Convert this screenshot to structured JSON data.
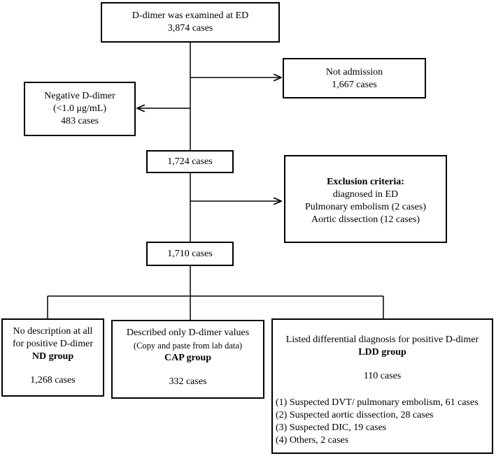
{
  "top": {
    "line1": "D-dimer was examined at ED",
    "line2": "3,874 cases"
  },
  "not_admission": {
    "line1": "Not admission",
    "line2": "1,667 cases"
  },
  "negative": {
    "line1": "Negative D-dimer",
    "line2": "(<1.0 μg/mL)",
    "line3": "483 cases"
  },
  "after_negative": {
    "count": "1,724 cases"
  },
  "exclusion": {
    "title": "Exclusion criteria:",
    "line1": "diagnosed in ED",
    "line2": "Pulmonary embolism (2 cases)",
    "line3": "Aortic dissection (12 cases)"
  },
  "after_exclusion": {
    "count": "1,710 cases"
  },
  "nd_group": {
    "line1": "No description at all",
    "line2": "for positive D-dimer",
    "group": "ND group",
    "count": "1,268 cases"
  },
  "cap_group": {
    "line1": "Described only D-dimer values",
    "line2": "(Copy and paste from lab data)",
    "group": "CAP group",
    "count": "332 cases"
  },
  "ldd_group": {
    "line1": "Listed differential diagnosis for positive D-dimer",
    "group": "LDD group",
    "count": "110 cases",
    "items": [
      "(1) Suspected DVT/ pulmonary embolism, 61 cases",
      "(2) Suspected aortic dissection, 28 cases",
      "(3) Suspected DIC, 19 cases",
      "(4) Others, 2 cases"
    ]
  }
}
